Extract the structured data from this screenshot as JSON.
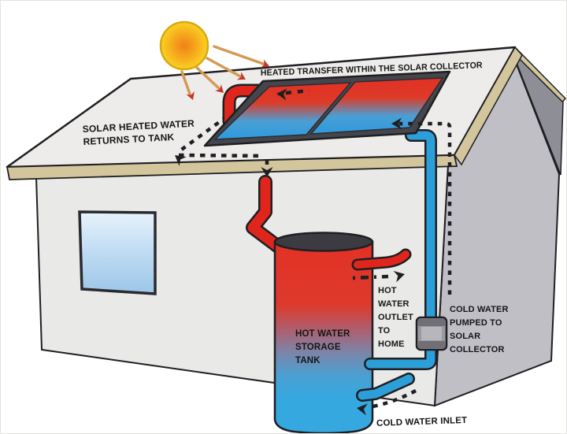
{
  "diagram_labels": {
    "heated_transfer": "HEATED TRANSFER WITHIN THE SOLAR COLLECTOR",
    "solar_heated_1": "SOLAR HEATED WATER",
    "solar_heated_2": "RETURNS TO TANK",
    "tank_1": "HOT WATER",
    "tank_2": "STORAGE",
    "tank_3": "TANK",
    "outlet_1": "HOT",
    "outlet_2": "WATER",
    "outlet_3": "OUTLET",
    "outlet_4": "TO",
    "outlet_5": "HOME",
    "pumped_1": "COLD WATER",
    "pumped_2": "PUMPED TO",
    "pumped_3": "SOLAR",
    "pumped_4": "COLLECTOR",
    "inlet": "COLD WATER INLET"
  },
  "colors": {
    "hot": "#e0261c",
    "cold": "#2d9fd8",
    "outline": "#1f1f23",
    "fascia": "#d3c59c",
    "roof": "#edecea",
    "wall_front": "#e9e9e7",
    "wall_side": "#bfbfc5",
    "roof_back": "#8e8f96",
    "panel_hot": "#e23125",
    "panel_cold": "#2f9ade",
    "sun_core": "#f08018",
    "sun_edge": "#fbd53a",
    "ray": "#d49a55",
    "ray_head": "#c5372a",
    "pump": "#9a9a9e",
    "text": "#161616"
  }
}
